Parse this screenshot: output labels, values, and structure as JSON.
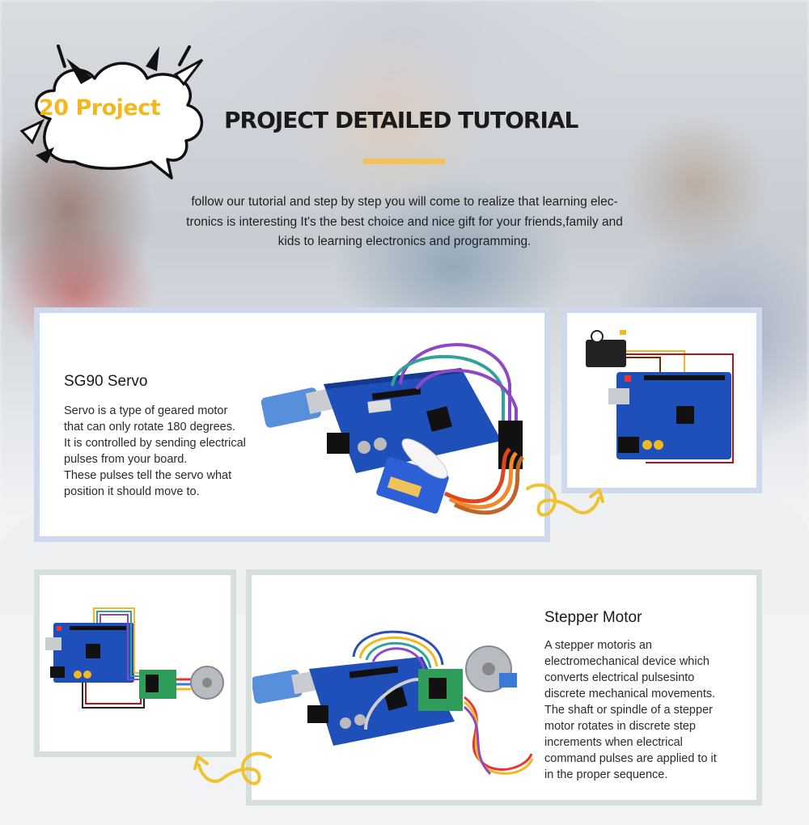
{
  "badge": {
    "text": "20 Project"
  },
  "header": {
    "title": "PROJECT DETAILED TUTORIAL",
    "intro_lines": [
      "follow our tutorial and step by step you will come to realize that learning elec-",
      "tronics is interesting It's the best choice and nice gift for your friends,family and",
      "kids to learning electronics and programming."
    ]
  },
  "servo": {
    "title": "SG90 Servo",
    "desc_lines": [
      "Servo is a type of geared motor",
      "that can only rotate 180 degrees.",
      "It is controlled by sending electrical",
      "pulses from your board.",
      "These pulses tell the servo what",
      "position it should move to."
    ]
  },
  "stepper": {
    "title": "Stepper Motor",
    "desc_lines": [
      "A stepper motoris an",
      "electromechanical device which",
      "converts electrical pulsesinto",
      "discrete mechanical movements.",
      "The shaft or spindle of a stepper",
      "motor rotates in discrete step",
      "increments when electrical",
      "command pulses are applied to it",
      "in the proper sequence."
    ]
  },
  "colors": {
    "accent_yellow": "#f1c257",
    "board_blue": "#1f4fb8",
    "frame_blue": "#ced9ee",
    "frame_green": "#d5dfdc"
  }
}
